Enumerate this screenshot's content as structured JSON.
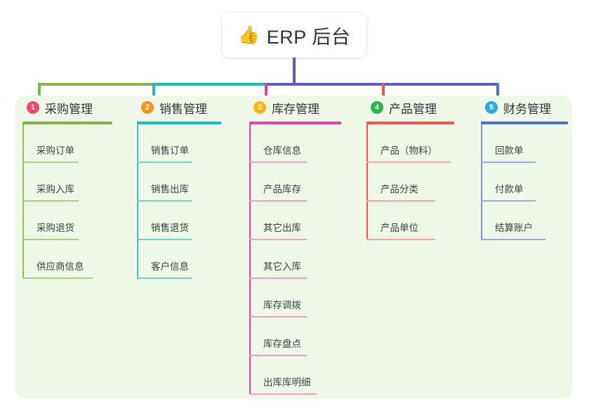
{
  "root": {
    "emoji": "👍",
    "emoji_name": "thumbs-up-icon",
    "title": "ERP 后台"
  },
  "colors": {
    "page_background": "#ffffff",
    "panel_background": "#eef7e8",
    "trunk": "#5b5bd6",
    "bus_left": "#7ab849",
    "bus_middle": "#13bfae",
    "bus_right": "#5b5bd6",
    "text": "#2f3437"
  },
  "columns": [
    {
      "index": "1",
      "badge_color": "#f2486b",
      "rule_color": "#7ab849",
      "spine_color": "#8cc152",
      "leaf_rule_color": "#a8d07a",
      "title": "采购管理",
      "items": [
        "采购订单",
        "采购入库",
        "采购退货",
        "供应商信息"
      ]
    },
    {
      "index": "2",
      "badge_color": "#f6921e",
      "rule_color": "#15bfc0",
      "spine_color": "#3fc7bf",
      "leaf_rule_color": "#6fd2cb",
      "title": "销售管理",
      "items": [
        "销售订单",
        "销售出库",
        "销售退货",
        "客户信息"
      ]
    },
    {
      "index": "3",
      "badge_color": "#fbb518",
      "rule_color": "#e8409b",
      "spine_color": "#e8409b",
      "leaf_rule_color": "#f0a0c8",
      "title": "库存管理",
      "items": [
        "仓库信息",
        "产品库存",
        "其它出库",
        "其它入库",
        "库存调拨",
        "库存盘点",
        "出库库明细"
      ]
    },
    {
      "index": "4",
      "badge_color": "#25b84c",
      "rule_color": "#f4554a",
      "spine_color": "#f4554a",
      "leaf_rule_color": "#f9a39c",
      "title": "产品管理",
      "items": [
        "产品（物料）",
        "产品分类",
        "产品单位"
      ]
    },
    {
      "index": "5",
      "badge_color": "#2eaae0",
      "rule_color": "#4a6fd4",
      "spine_color": "#7b93dd",
      "leaf_rule_color": "#96aae4",
      "title": "财务管理",
      "items": [
        "回款单",
        "付款单",
        "结算账户"
      ]
    }
  ]
}
